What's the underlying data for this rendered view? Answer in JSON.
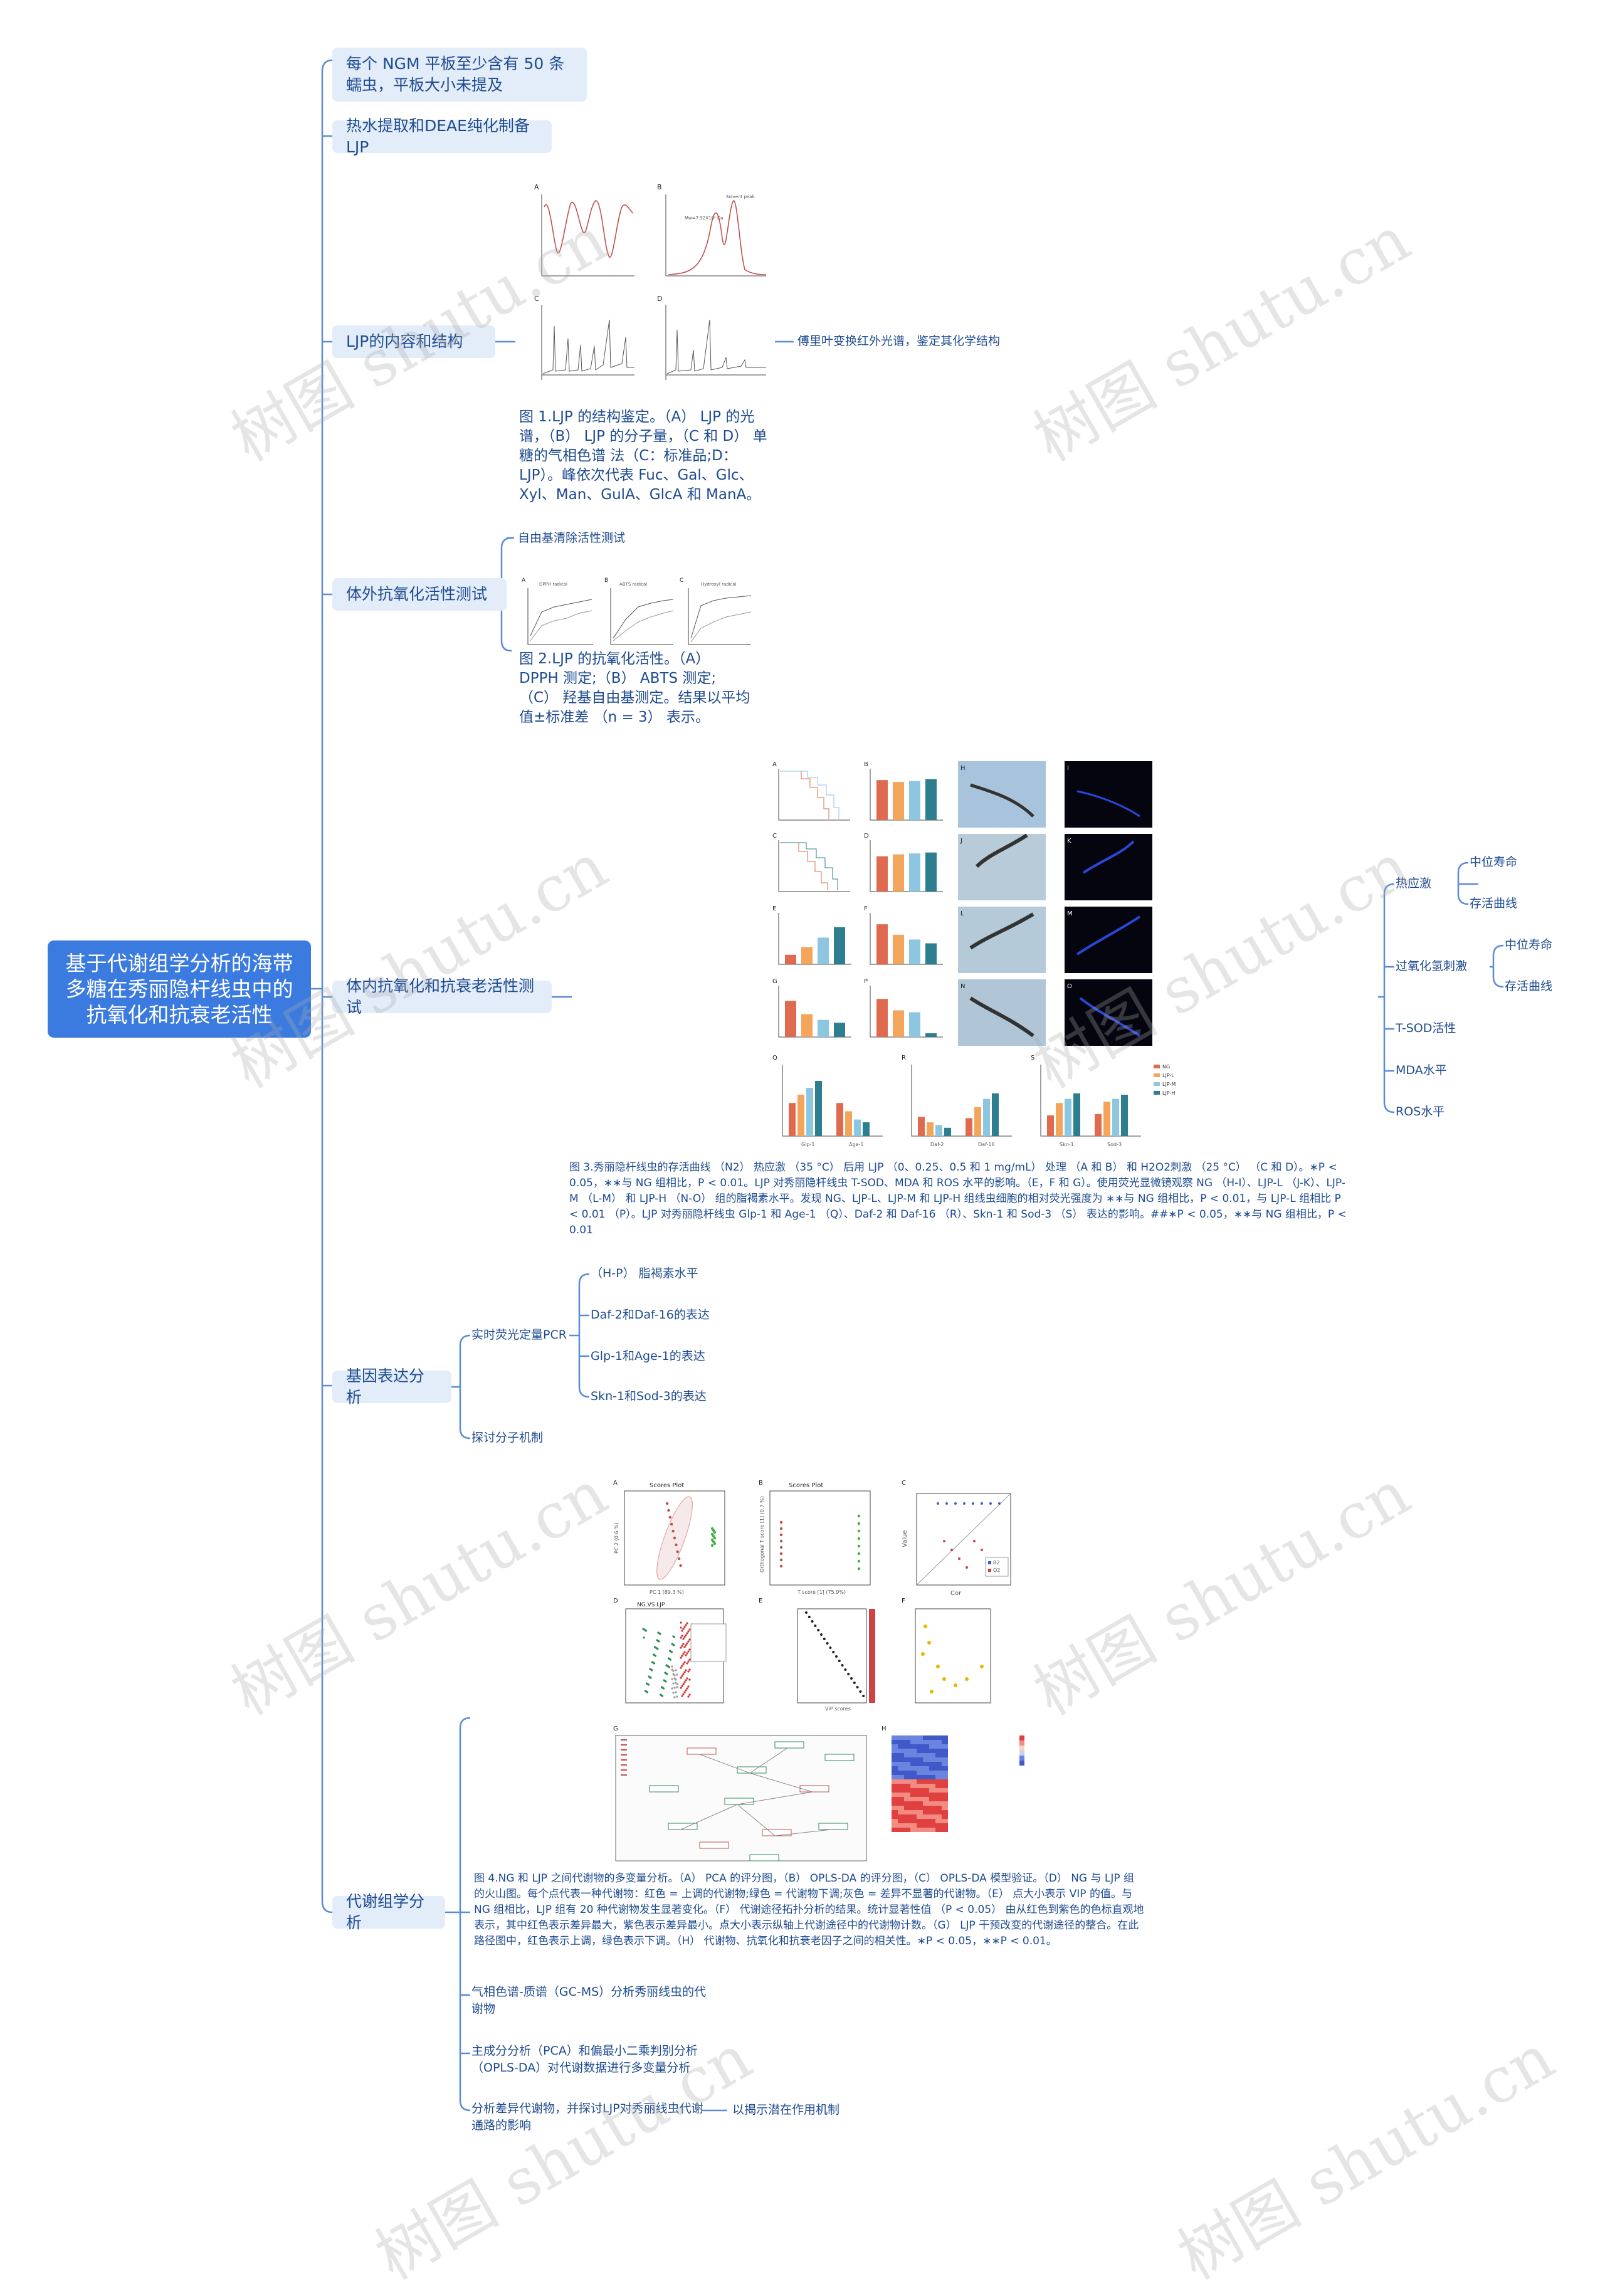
{
  "root": {
    "title": "基于代谢组学分析的海带多糖在秀丽隐杆线虫中的抗氧化和抗衰老活性"
  },
  "branches": {
    "b1": "每个 NGM 平板至少含有 50 条蠕虫，平板大小未提及",
    "b2": "热水提取和DEAE纯化制备LJP",
    "b3": "LJP的内容和结构",
    "b4": "体外抗氧化活性测试",
    "b5": "体内抗氧化和抗衰老活性测试",
    "b6": "基因表达分析",
    "b7": "代谢组学分析"
  },
  "structure": {
    "side_note": "傅里叶变换红外光谱，鉴定其化学结构",
    "caption": "图 1.LJP 的结构鉴定。（A） LJP 的光谱，（B） LJP 的分子量，（C 和 D） 单糖的气相色谱 法（C：标准品;D：LJP）。峰依次代表 Fuc、Gal、Glc、Xyl、Man、GulA、GlcA 和 ManA。"
  },
  "in_vitro": {
    "label": "自由基清除活性测试",
    "caption": "图 2.LJP 的抗氧化活性。（A） DPPH 测定;（B） ABTS 测定;（C） 羟基自由基测定。结果以平均值±标准差 （n = 3） 表示。"
  },
  "in_vivo": {
    "caption": "图 3.秀丽隐杆线虫的存活曲线 （N2） 热应激 （35 °C） 后用 LJP （0、0.25、0.5 和 1 mg/mL） 处理 （A 和 B） 和 H2O2刺激 （25 °C） （C 和 D）。∗P < 0.05，∗∗与 NG 组相比，P < 0.01。LJP 对秀丽隐杆线虫 T-SOD、MDA 和 ROS 水平的影响。（E，F 和 G）。使用荧光显微镜观察 NG （H-I）、LJP-L （J-K）、LJP-M （L-M） 和 LJP-H （N-O） 组的脂褐素水平。发现 NG、LJP-L、LJP-M 和 LJP-H 组线虫细胞的相对荧光强度为 ∗∗与 NG 组相比，P < 0.01，与 LJP-L 组相比 P < 0.01 （P）。LJP 对秀丽隐杆线虫 Glp-1 和 Age-1 （Q）、Daf-2 和 Daf-16 （R）、Skn-1 和 Sod-3 （S） 表达的影响。##∗P < 0.05，∗∗与 NG 组相比，P < 0.01",
    "items": [
      {
        "label": "热应激",
        "children": [
          "中位寿命",
          "存活曲线"
        ]
      },
      {
        "label": "过氧化氢刺激",
        "children": [
          "中位寿命",
          "存活曲线"
        ]
      },
      {
        "label": "T-SOD活性",
        "children": []
      },
      {
        "label": "MDA水平",
        "children": []
      },
      {
        "label": "ROS水平",
        "children": []
      }
    ]
  },
  "gene": {
    "pcr": "实时荧光定量PCR",
    "pcr_items": [
      "（H-P） 脂褐素水平",
      "Daf-2和Daf-16的表达",
      "Glp-1和Age-1的表达",
      "Skn-1和Sod-3的表达"
    ],
    "mech": "探讨分子机制"
  },
  "metab": {
    "caption": "图 4.NG 和 LJP 之间代谢物的多变量分析。（A） PCA 的评分图，（B） OPLS-DA 的评分图，（C） OPLS-DA 模型验证。（D） NG 与 LJP 组的火山图。每个点代表一种代谢物：红色 = 上调的代谢物;绿色 = 代谢物下调;灰色 = 差异不显著的代谢物。（E） 点大小表示 VIP 的值。与 NG 组相比，LJP 组有 20 种代谢物发生显著变化。（F） 代谢途径拓扑分析的结果。统计显著性值 （P < 0.05） 由从红色到紫色的色标直观地表示，其中红色表示差异最大，紫色表示差异最小。点大小表示纵轴上代谢途径中的代谢物计数。（G） LJP 干预改变的代谢途径的整合。在此路径图中，红色表示上调，绿色表示下调。（H） 代谢物、抗氧化和抗衰老因子之间的相关性。∗P < 0.05，∗∗P < 0.01。",
    "items": [
      "气相色谱-质谱（GC-MS）分析秀丽线虫的代谢物",
      "主成分分析（PCA）和偏最小二乘判别分析（OPLS-DA）对代谢数据进行多变量分析",
      "分析差异代谢物，并探讨LJP对秀丽线虫代谢通路的影响"
    ],
    "side": "以揭示潜在作用机制"
  },
  "figure_text": {
    "f1": {
      "A": "A",
      "B": "B",
      "C": "C",
      "D": "D",
      "peak": "Mw=7.92X10⁴ Da",
      "solvent": "Solvent peak"
    },
    "f2": {
      "A": "A",
      "B": "B",
      "C": "C",
      "tA": "DPPH radical",
      "tB": "ABTS radical",
      "tC": "Hydroxyl radical"
    },
    "f3": {
      "A": "A",
      "B": "B",
      "C": "C",
      "D": "D",
      "E": "E",
      "F": "F",
      "G": "G",
      "P": "P",
      "H": "H",
      "I": "I",
      "J": "J",
      "K": "K",
      "L": "L",
      "M": "M",
      "N": "N",
      "O": "O",
      "Q": "Q",
      "R": "R",
      "S": "S",
      "legend": [
        "NG",
        "LJP-L",
        "LJP-M",
        "LJP-H"
      ],
      "genes": [
        "Glp-1",
        "Age-1",
        "Daf-2",
        "Daf-16",
        "Skn-1",
        "Sod-3"
      ]
    },
    "f4": {
      "A": "A",
      "B": "B",
      "C": "C",
      "D": "D",
      "E": "E",
      "F": "F",
      "G": "G",
      "H": "H",
      "tA": "Scores Plot",
      "tB": "Scores Plot",
      "tD": "NG VS LJP",
      "xA": "PC 1 (89.3 %)",
      "yA": "PC 2 (0.6 %)",
      "xB": "T score [1] (75.9%)",
      "yB": "Orthogonal T score [1] (0.7 %)",
      "xC": "Cor",
      "yC": "Value",
      "cLeg1": "R2",
      "cLeg2": "Q2",
      "xE": "VIP scores"
    }
  },
  "colors": {
    "root": "#3b7be0",
    "branch_bg": "#e3ecf9",
    "text": "#1e4b8f",
    "line": "#5b8bd6",
    "ng": "#e06a4f",
    "ljpl": "#f3a55c",
    "ljpm": "#8cc6e0",
    "ljph": "#2d7f8f"
  }
}
